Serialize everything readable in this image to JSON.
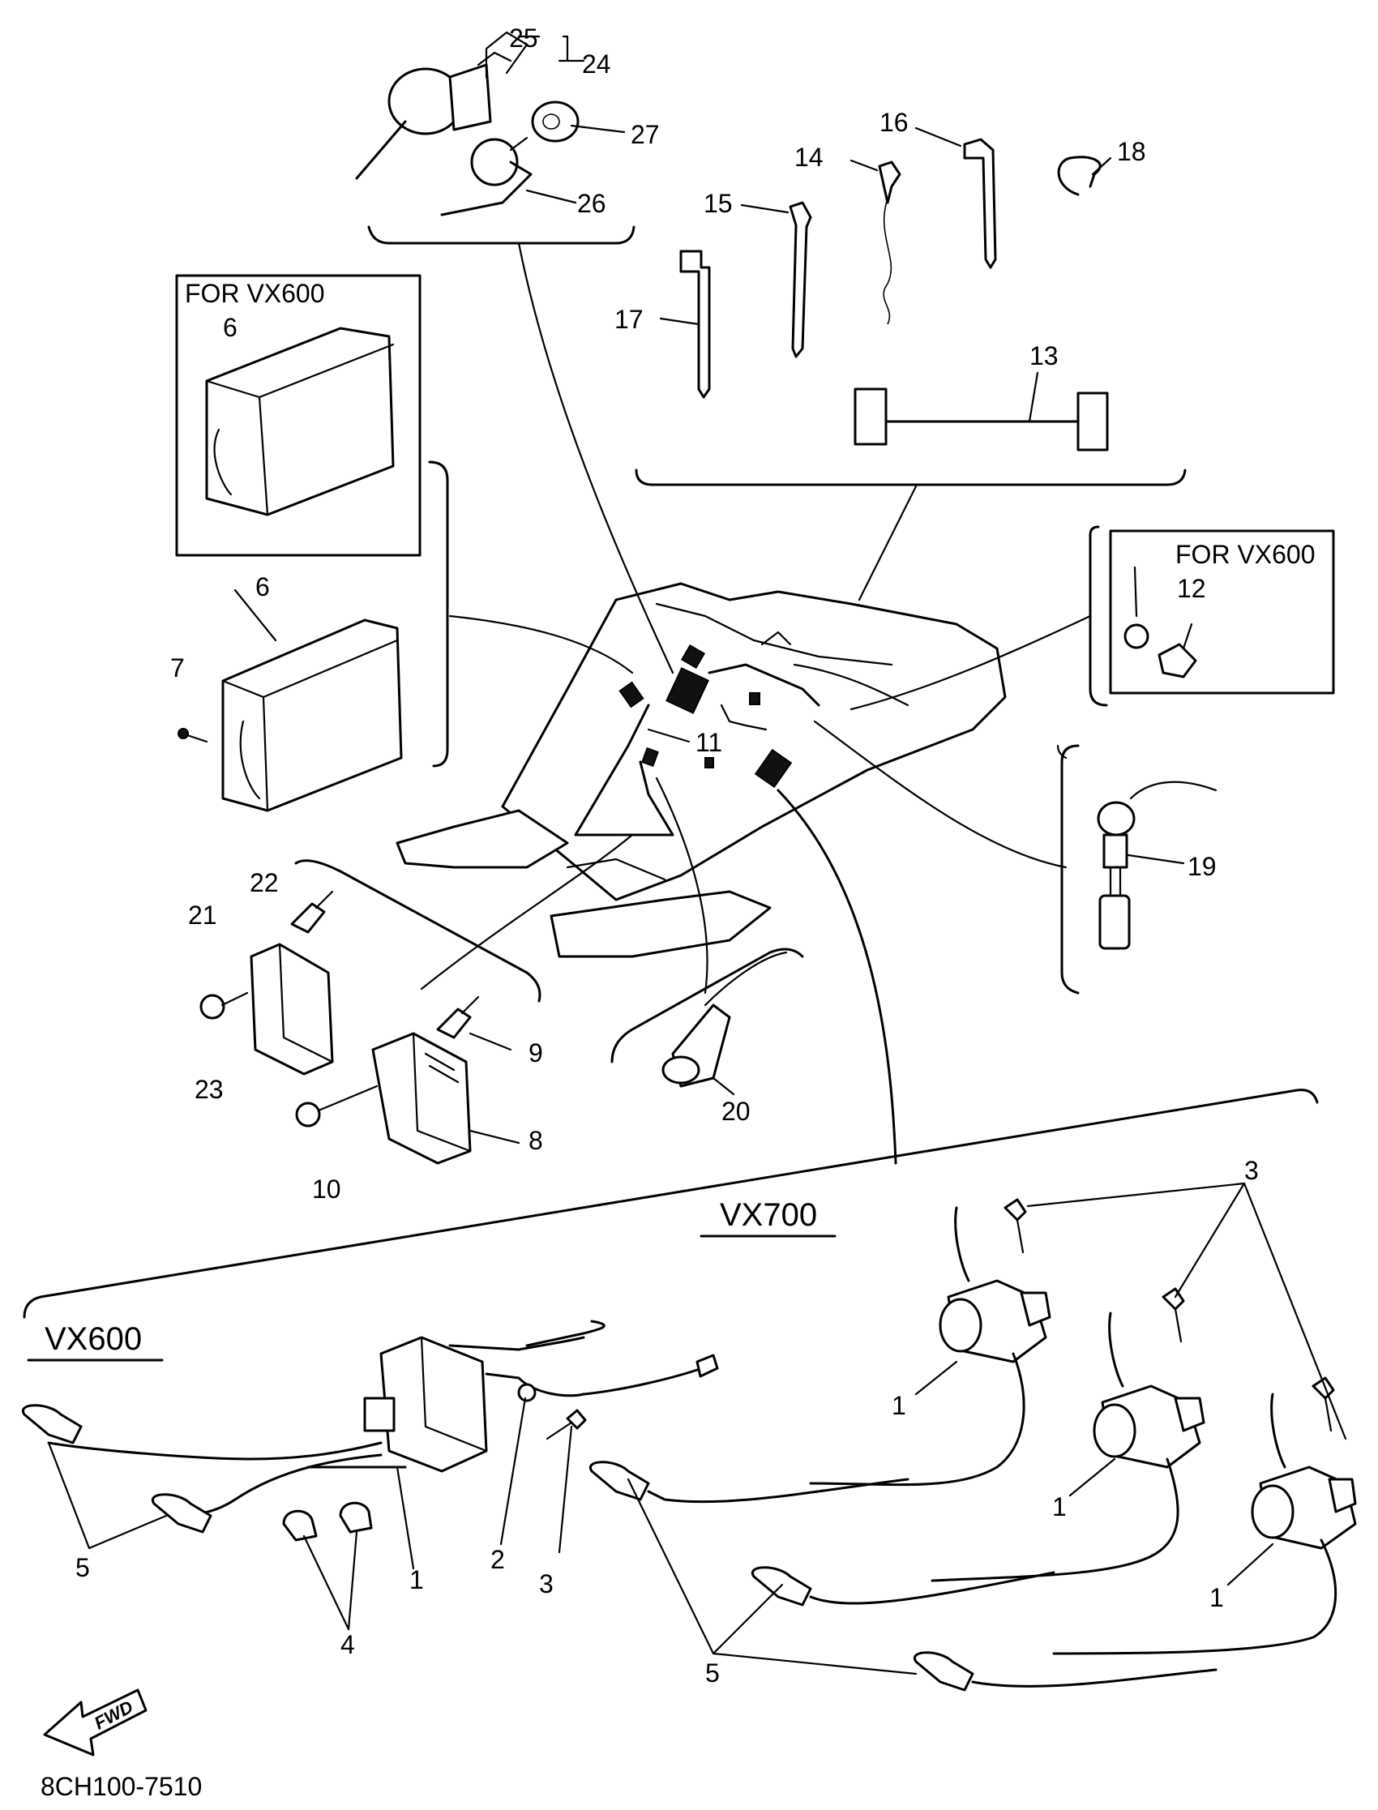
{
  "callouts": [
    {
      "id": "c25",
      "text": "25"
    },
    {
      "id": "c24",
      "text": "24"
    },
    {
      "id": "c27",
      "text": "27"
    },
    {
      "id": "c26",
      "text": "26"
    },
    {
      "id": "c16",
      "text": "16"
    },
    {
      "id": "c14",
      "text": "14"
    },
    {
      "id": "c18",
      "text": "18"
    },
    {
      "id": "c15",
      "text": "15"
    },
    {
      "id": "c17",
      "text": "17"
    },
    {
      "id": "c13",
      "text": "13"
    },
    {
      "id": "c6a",
      "text": "6"
    },
    {
      "id": "c6b",
      "text": "6"
    },
    {
      "id": "c7",
      "text": "7"
    },
    {
      "id": "c12",
      "text": "12"
    },
    {
      "id": "c11",
      "text": "11"
    },
    {
      "id": "c19",
      "text": "19"
    },
    {
      "id": "c22",
      "text": "22"
    },
    {
      "id": "c21",
      "text": "21"
    },
    {
      "id": "c23",
      "text": "23"
    },
    {
      "id": "c9",
      "text": "9"
    },
    {
      "id": "c8",
      "text": "8"
    },
    {
      "id": "c10",
      "text": "10"
    },
    {
      "id": "c20",
      "text": "20"
    },
    {
      "id": "c3a",
      "text": "3"
    },
    {
      "id": "c1a",
      "text": "1"
    },
    {
      "id": "c1b",
      "text": "1"
    },
    {
      "id": "c1c",
      "text": "1"
    },
    {
      "id": "c2",
      "text": "2"
    },
    {
      "id": "c3b",
      "text": "3"
    },
    {
      "id": "c1d",
      "text": "1"
    },
    {
      "id": "c5a",
      "text": "5"
    },
    {
      "id": "c4",
      "text": "4"
    },
    {
      "id": "c5b",
      "text": "5"
    }
  ],
  "box_labels": {
    "vx600_ecu": "FOR VX600",
    "vx600_ground": "FOR VX600"
  },
  "sections": {
    "vx700": "VX700",
    "vx600": "VX600"
  },
  "fwd_label": "FWD",
  "drawing_code": "8CH100-7510"
}
